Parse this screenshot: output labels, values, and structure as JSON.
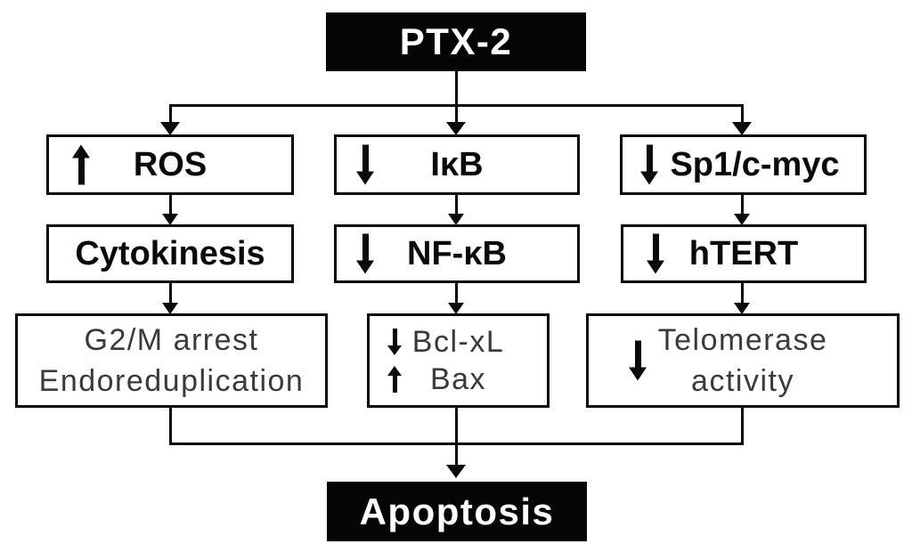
{
  "colors": {
    "background": "#fefefe",
    "line": "#0a0a0a",
    "terminal_box_fill": "#050505",
    "terminal_box_text": "#ffffff",
    "process_box_border": "#0a0a0a",
    "bold_text": "#0a0a0a",
    "light_text": "#3a3a3a"
  },
  "icons": {
    "up_arrow": "↑",
    "down_arrow": "↓"
  },
  "diagram": {
    "source": {
      "label": "PTX-2"
    },
    "col_left": {
      "box1": {
        "arrow": "up",
        "label": "ROS"
      },
      "box2": {
        "arrow": null,
        "label": "Cytokinesis"
      },
      "box3": {
        "arrow": null,
        "lines": [
          "G2/M arrest",
          "Endoreduplication"
        ]
      }
    },
    "col_mid": {
      "box1": {
        "arrow": "down",
        "label": "IκB"
      },
      "box2": {
        "arrow": "down",
        "label": "NF-κB"
      },
      "box3": {
        "rows": [
          {
            "arrow": "down",
            "text": "Bcl-xL"
          },
          {
            "arrow": "up",
            "text": "Bax"
          }
        ]
      }
    },
    "col_right": {
      "box1": {
        "arrow": "down",
        "label": "Sp1/c-myc"
      },
      "box2": {
        "arrow": "down",
        "label": "hTERT"
      },
      "box3": {
        "arrow": "down",
        "lines": [
          "Telomerase",
          "activity"
        ]
      }
    },
    "outcome": {
      "label": "Apoptosis"
    }
  }
}
